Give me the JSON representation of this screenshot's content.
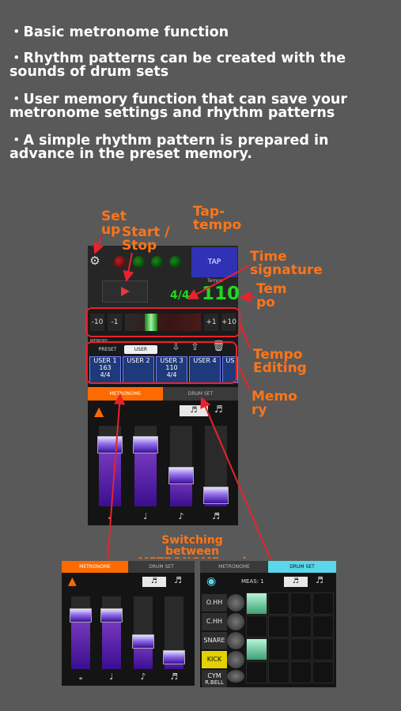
{
  "features": [
    "・Basic metronome function",
    "・Rhythm patterns can be created with the sounds of drum sets",
    "・User memory function that can save your metronome settings and rhythm patterns",
    "・A simple rhythm pattern is prepared in advance in the preset memory."
  ],
  "callouts": {
    "setup": "Set up",
    "start_stop": "Start / Stop",
    "tap_tempo": "Tap- tempo",
    "time_signature": "Time signature",
    "tempo": "Tem po",
    "tempo_editing": "Tempo Editing",
    "memory": "Memo ry",
    "switching": "Switching between METRONOME and DRUM SET"
  },
  "app": {
    "tap_label": "TAP",
    "tempo_caption": "Tempo",
    "time_signature": "4/4",
    "tempo_value": "110",
    "tempo_buttons": [
      "-10",
      "-1",
      "+1",
      "+10"
    ],
    "memory_caption": "MEMORY",
    "memory_tabs": {
      "preset": "PRESET",
      "user": "USER"
    },
    "slots": [
      {
        "name": "USER 1",
        "tempo": "163",
        "sig": "4/4"
      },
      {
        "name": "USER 2",
        "tempo": "",
        "sig": ""
      },
      {
        "name": "USER 3",
        "tempo": "110",
        "sig": "4/4"
      },
      {
        "name": "USER 4",
        "tempo": "",
        "sig": ""
      },
      {
        "name": "US",
        "tempo": "",
        "sig": ""
      }
    ],
    "mode_tabs": {
      "metronome": "METRONOME",
      "drumset": "DRUM SET"
    },
    "fader_levels": [
      0.76,
      0.76,
      0.38,
      0.14
    ],
    "note_glyphs": [
      "𝅝",
      "♩",
      "♪",
      "♬"
    ],
    "mini_fader_levels": [
      0.74,
      0.74,
      0.38,
      0.16
    ],
    "drum": {
      "meas_label": "MEAS: 1",
      "instruments": [
        "O.HH",
        "C.HH",
        "SNARE",
        "KICK",
        "CYM",
        "R.BELL"
      ],
      "active_instrument": "KICK",
      "grid_on": [
        [
          1,
          0
        ],
        [
          3,
          0
        ]
      ]
    },
    "accent_color": "#ff6a00",
    "tap_color": "#2f32b5",
    "tempo_color": "#1fd81f",
    "drum_tab_color": "#58d8ea"
  }
}
